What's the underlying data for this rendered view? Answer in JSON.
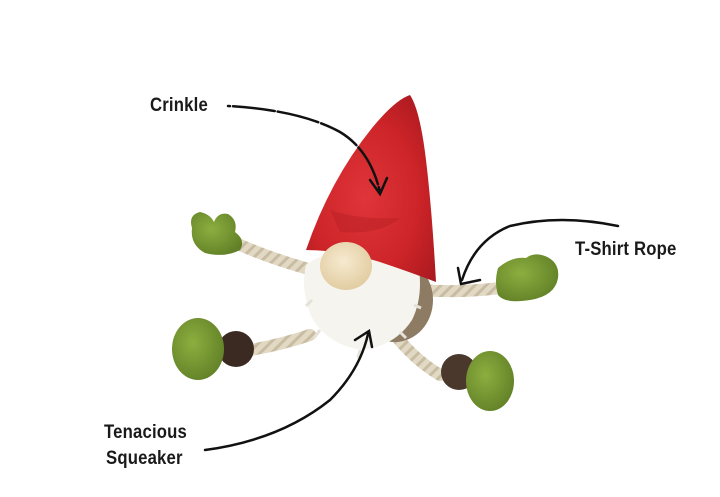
{
  "image": {
    "subject": "Gnome plush dog toy with rope limbs",
    "colors": {
      "hat": "#d42a2e",
      "hat_shadow": "#a91b22",
      "mitten": "#7a9a34",
      "beard": "#f6f4ef",
      "nose": "#efdcb4",
      "rope": "#ddd3bd",
      "pompom": "#3b2a22",
      "arrow": "#111111"
    }
  },
  "callouts": [
    {
      "id": "crinkle",
      "lines": [
        "Crinkle"
      ]
    },
    {
      "id": "t-shirt-rope",
      "lines": [
        "T-Shirt Rope"
      ]
    },
    {
      "id": "tenacious-squeaker",
      "lines": [
        "Tenacious",
        "Squeaker"
      ]
    }
  ]
}
